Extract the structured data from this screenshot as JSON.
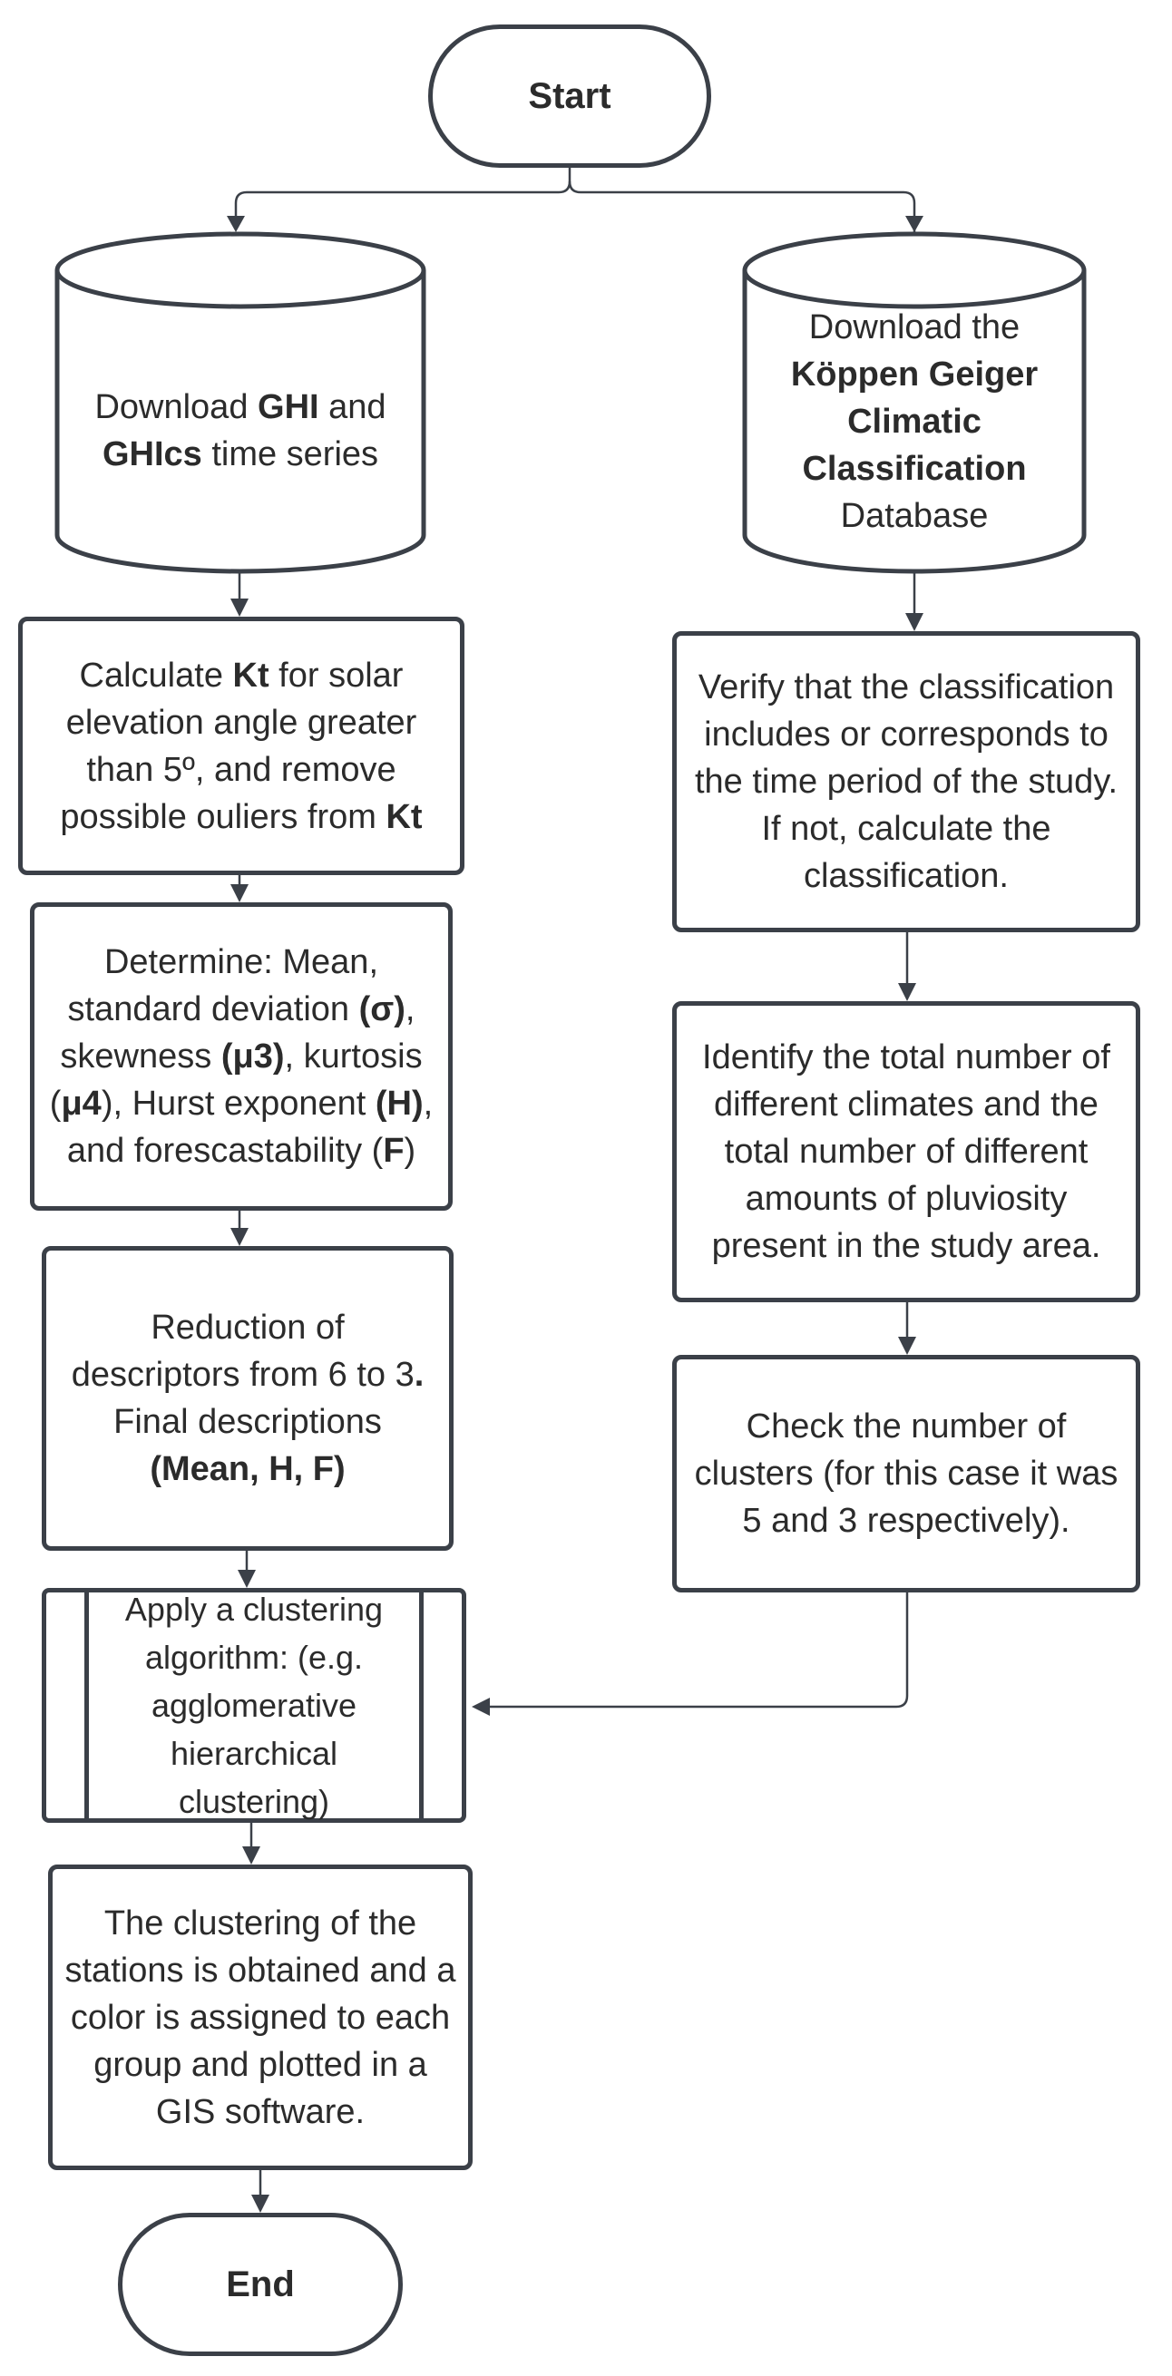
{
  "start": {
    "label": "Start"
  },
  "end": {
    "label": "End"
  },
  "left_db": {
    "pre": "Download ",
    "b1": "GHI",
    "mid": " and",
    "b2": "GHIcs",
    "post": " time series"
  },
  "right_db": {
    "l1": "Download the",
    "b1": "Köppen Geiger",
    "b2": "Climatic",
    "b3": "Classification",
    "l2": "Database"
  },
  "kt": {
    "pre": "Calculate ",
    "b1": "Kt",
    "mid": " for solar elevation angle greater than 5º, and remove possible ouliers from ",
    "b2": "Kt"
  },
  "determine": {
    "t1": "Determine: Mean, standard deviation ",
    "b1": "(σ)",
    "t2": ", skewness ",
    "b2": "(μ3)",
    "t3": ", kurtosis (",
    "b3": "μ4",
    "t4": "), Hurst exponent ",
    "b4": "(H)",
    "t5": ", and forescastability (",
    "b5": "F",
    "t6": ")"
  },
  "reduction": {
    "t1": "Reduction of descriptors from 6 to 3",
    "b1": ".",
    "t2": " Final descriptions ",
    "b2": "(Mean, H, F)"
  },
  "cluster": {
    "text": "Apply a clustering algorithm: (e.g. agglomerative hierarchical clustering)"
  },
  "result": {
    "text": "The clustering of the stations is obtained and a color is assigned to each group and plotted in a GIS software."
  },
  "verify": {
    "text": "Verify that the classification includes or corresponds to the time period of the study. If not, calculate the classification."
  },
  "identify": {
    "text": "Identify the total number of different climates and the total number of different amounts of pluviosity present in the study area."
  },
  "check": {
    "text": "Check the number of clusters (for this case it was 5 and 3 respectively)."
  },
  "colors": {
    "stroke": "#3b4048",
    "text": "#2b2b2b",
    "background": "#ffffff"
  }
}
